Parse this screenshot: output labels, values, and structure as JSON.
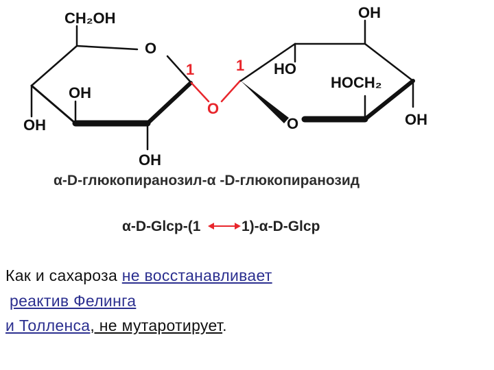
{
  "colors": {
    "ink": "#111111",
    "accent_red": "#e8262c",
    "highlight_blue": "#2b2f8f"
  },
  "diagram": {
    "left_ring": {
      "ch2oh": "CH₂OH",
      "ring_o": "O",
      "oh_left": "OH",
      "oh_mid": "OH",
      "oh_bottom": "OH",
      "anomeric_number": "1"
    },
    "bridge_o": "O",
    "right_ring": {
      "anomeric_number": "1",
      "oh_top": "OH",
      "ho": "HO",
      "hoch2": "HOCH₂",
      "oh_right": "OH",
      "ring_o": "O"
    }
  },
  "captions": {
    "full_name": "α-D-глюкопиранозил-α -D-глюкопиранозид",
    "short_left": "α-D-Glcp-(1",
    "short_right": "1)-α-D-Glcp"
  },
  "text": {
    "line1_a": "Как и сахароза ",
    "line1_b": "не восстанавливает",
    "line2": "реактив Фелинга",
    "line3_a": "и Толленса",
    "line3_b": ", не мутаротирует",
    "line3_end": "."
  }
}
